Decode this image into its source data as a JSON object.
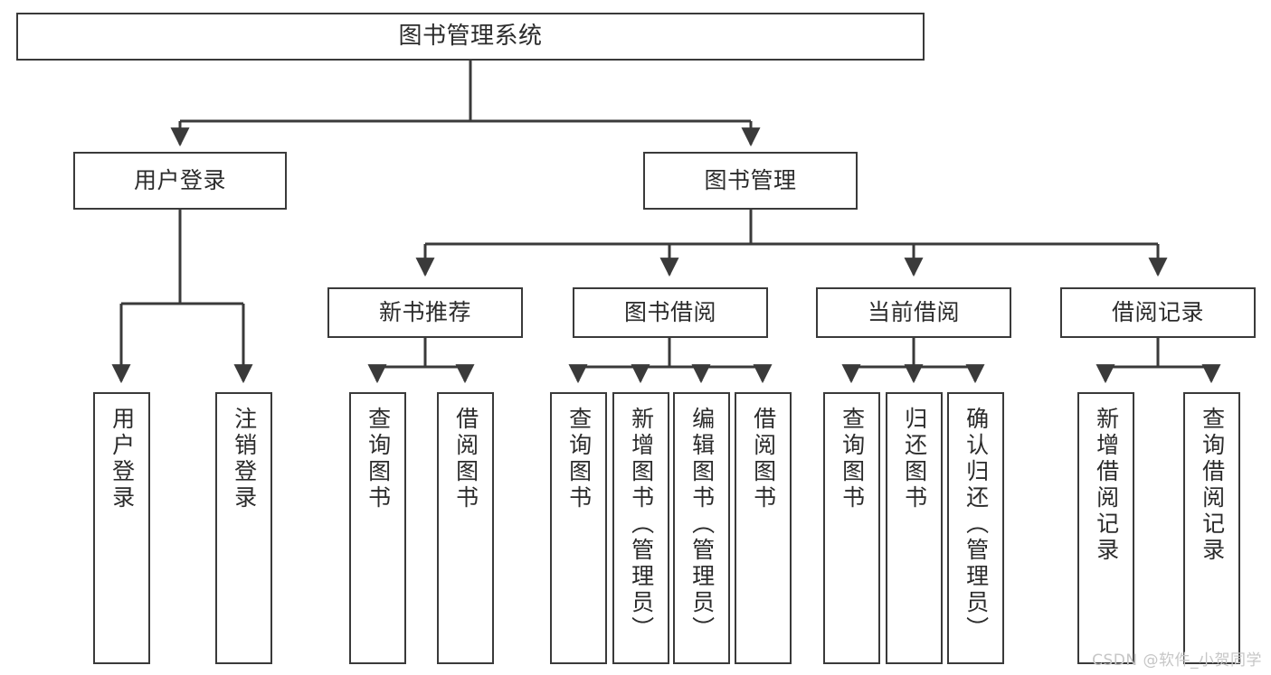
{
  "diagram": {
    "title": "图书管理系统",
    "type": "tree-hierarchy-chart",
    "watermark": "CSDN @软件_小贺同学",
    "colors": {
      "stroke": "#3a3a3a",
      "fill": "#ffffff",
      "text": "#2b2b2b",
      "watermark": "#c6c6c6"
    },
    "nodes": {
      "root": {
        "label": "图书管理系统"
      },
      "level2": [
        {
          "label": "用户登录"
        },
        {
          "label": "图书管理"
        }
      ],
      "level3": [
        {
          "label": "新书推荐"
        },
        {
          "label": "图书借阅"
        },
        {
          "label": "当前借阅"
        },
        {
          "label": "借阅记录"
        }
      ],
      "leaves_user_login": [
        {
          "label": "用户登录"
        },
        {
          "label": "注销登录"
        }
      ],
      "leaves_new_book": [
        {
          "label": "查询图书"
        },
        {
          "label": "借阅图书"
        }
      ],
      "leaves_borrow": [
        {
          "label": "查询图书"
        },
        {
          "label": "新增图书（管理员）"
        },
        {
          "label": "编辑图书（管理员）"
        },
        {
          "label": "借阅图书"
        }
      ],
      "leaves_current": [
        {
          "label": "查询图书"
        },
        {
          "label": "归还图书"
        },
        {
          "label": "确认归还（管理员）"
        }
      ],
      "leaves_records": [
        {
          "label": "新增借阅记录"
        },
        {
          "label": "查询借阅记录"
        }
      ]
    }
  }
}
